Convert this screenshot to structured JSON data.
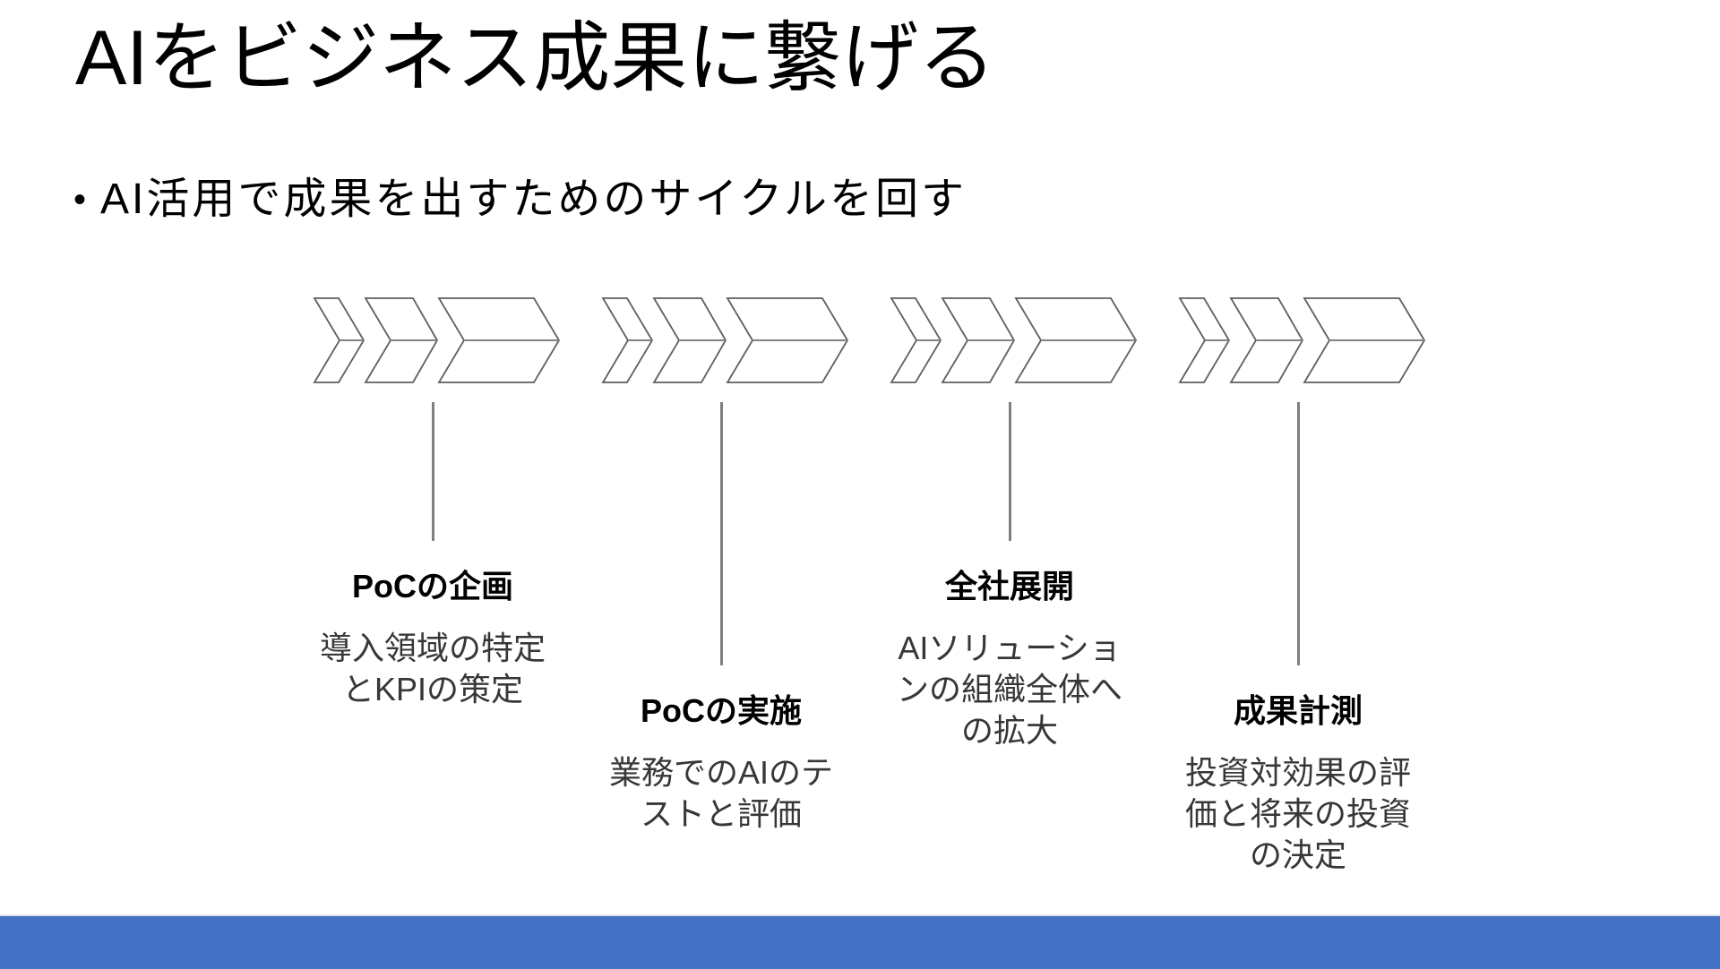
{
  "slide": {
    "title": "AIをビジネス成果に繋げる",
    "bullet_marker": "•",
    "bullet_text": "AI活用で成果を出すためのサイクルを回す",
    "accent_color": "#4472C4"
  },
  "diagram": {
    "icon": "triple-chevron-arrow-icon",
    "outline_color": "#5f5f5f",
    "midline_color": "#828282",
    "connector_color": "#7f7f7f",
    "steps": [
      {
        "title": "PoCの企画",
        "description": "導入領域の特定\nとKPIの策定"
      },
      {
        "title": "PoCの実施",
        "description": "業務でのAIのテ\nストと評価"
      },
      {
        "title": "全社展開",
        "description": "AIソリューショ\nンの組織全体へ\nの拡大"
      },
      {
        "title": "成果計測",
        "description": "投資対効果の評\n価と将来の投資\nの決定"
      }
    ]
  }
}
